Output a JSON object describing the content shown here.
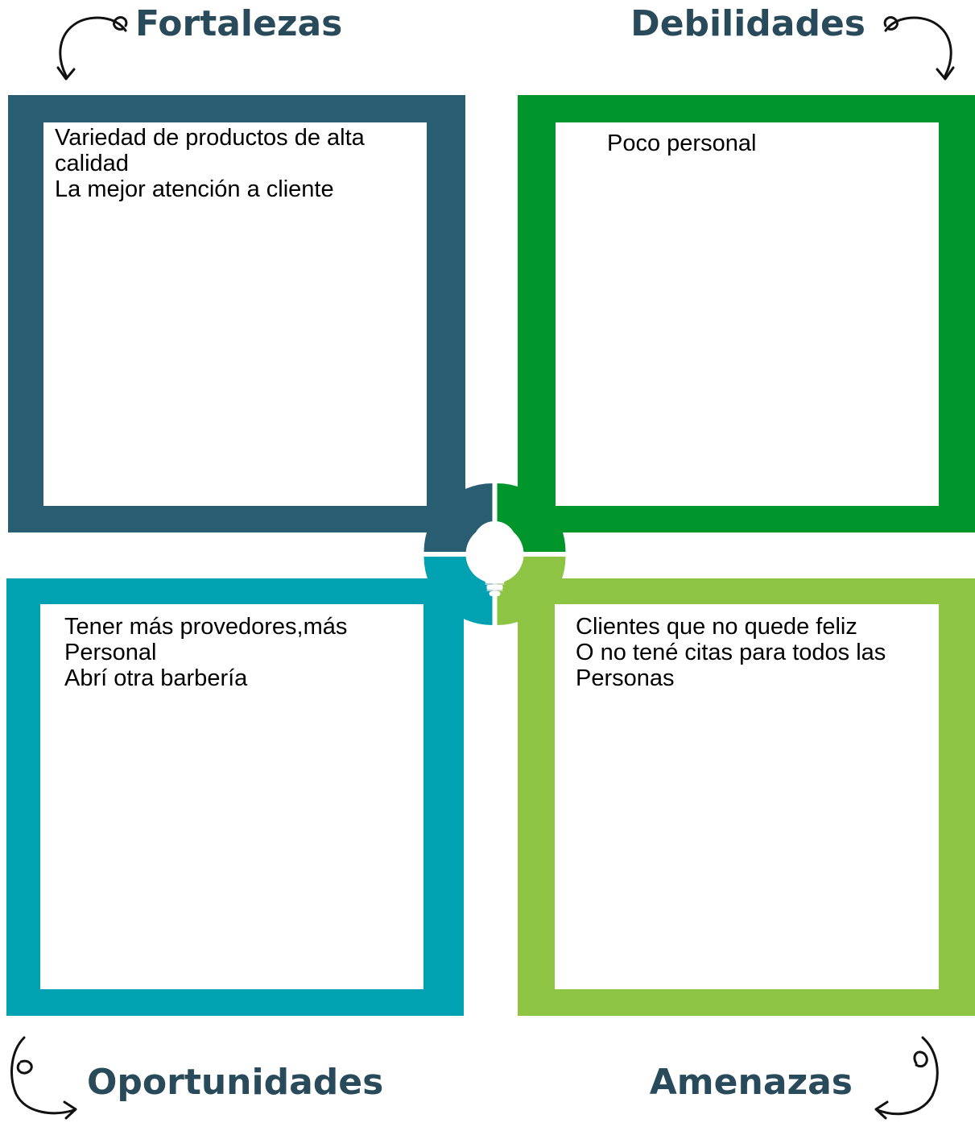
{
  "quadrants": [
    {
      "title": "Fortalezas",
      "color": "#285d72",
      "lines": [
        "Variedad de productos de alta",
        "calidad",
        "La mejor atención a cliente"
      ]
    },
    {
      "title": "Debilidades",
      "color": "#01962b",
      "lines": [
        "Poco personal"
      ]
    },
    {
      "title": "Oportunidades",
      "color": "#00a1b0",
      "lines": [
        "Tener más provedores,más",
        "Personal",
        "Abrí otra barbería"
      ]
    },
    {
      "title": "Amenazas",
      "color": "#8dc444",
      "lines": [
        "Clientes que no quede feliz",
        "O no tené citas para todos las",
        "Personas"
      ]
    }
  ],
  "icons": {
    "center": "lightbulb-icon",
    "arrows": "curly-arrow-icon"
  },
  "heading_color": "#284a5a"
}
